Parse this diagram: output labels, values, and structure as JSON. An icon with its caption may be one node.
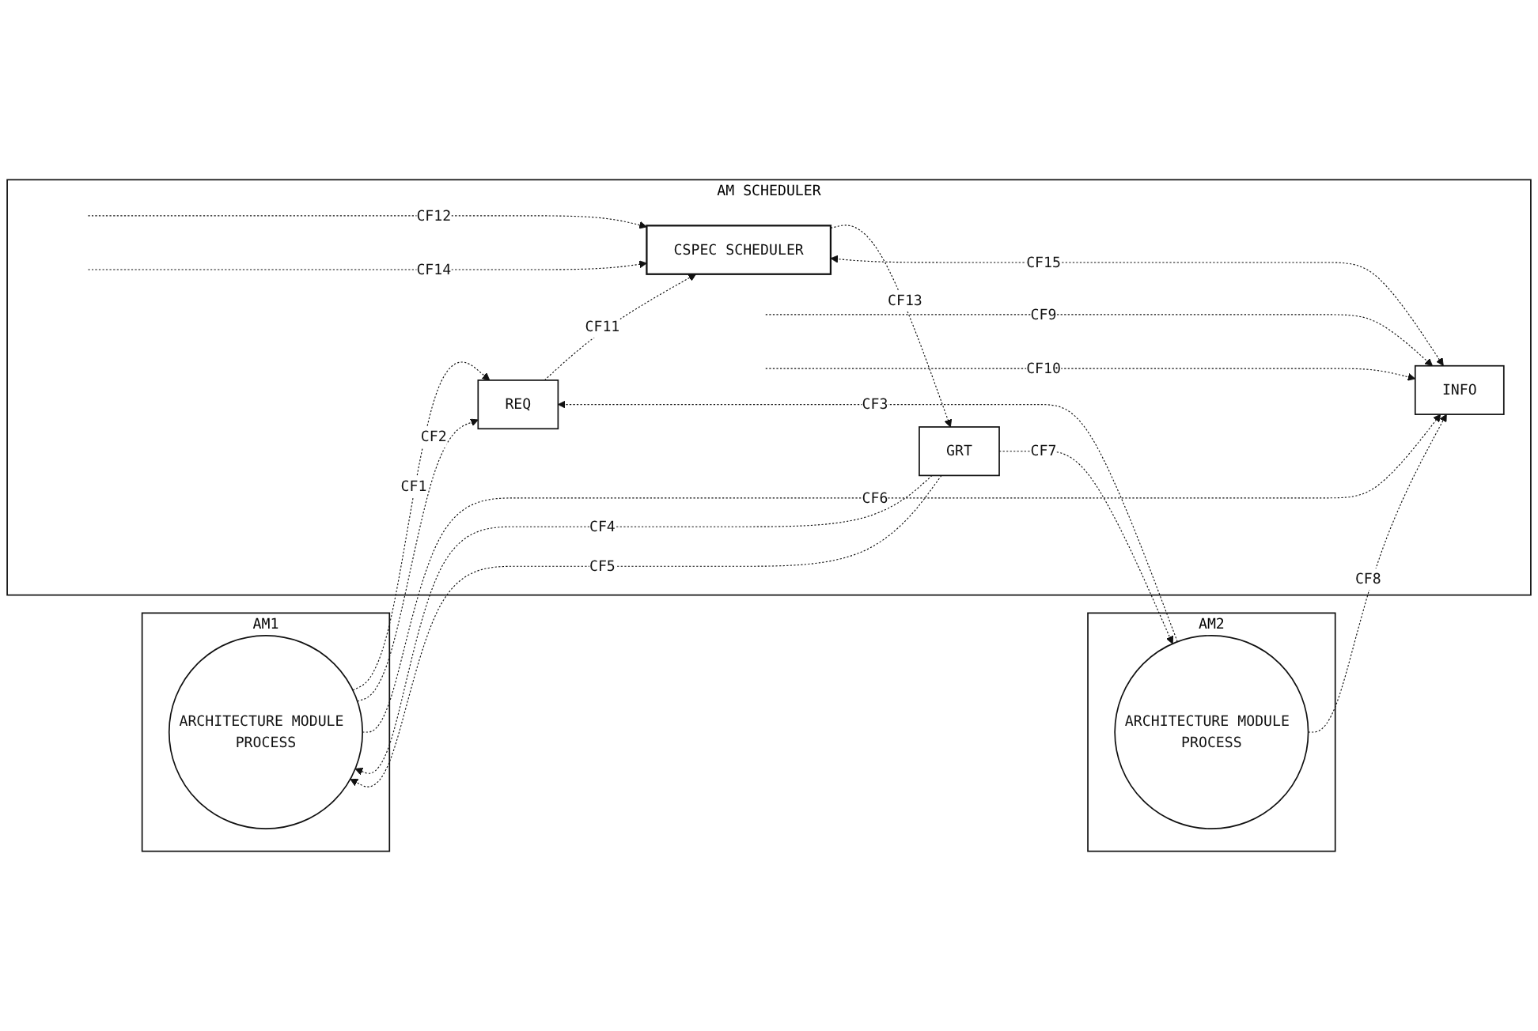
{
  "diagram": {
    "nodes": [
      {
        "text": [
          "AM1"
        ]
      },
      {
        "text": [
          "ARCHITECTURE MODULE PROCESS"
        ],
        "in": 0
      },
      {
        "text": [
          "AM2"
        ]
      },
      {
        "text": [
          "ARCHITECTURE MODULE PROCESS"
        ],
        "in": 2
      },
      {
        "text": [
          "AM SCHEDULER"
        ]
      },
      {
        "text": [
          "REQ"
        ],
        "in": 4
      },
      {
        "text": [
          "GRT"
        ],
        "in": 4
      },
      {
        "text": [
          "INFO"
        ],
        "in": 4
      },
      {
        "text": [
          "CSPEC SCHEDULER"
        ],
        "in": 4
      }
    ],
    "edges": [
      {
        "from": 1,
        "to": 5,
        "arrow": "to",
        "label": "CF1",
        "style": "dashed"
      },
      {
        "from": 1,
        "to": 5,
        "arrow": "to",
        "label": "CF2",
        "style": "dashed"
      },
      {
        "from": 3,
        "to": 5,
        "arrow": "to",
        "label": "CF3",
        "style": "dashed"
      },
      {
        "from": 6,
        "to": 1,
        "arrow": "to",
        "label": "CF4",
        "style": "dashed"
      },
      {
        "from": 6,
        "to": 1,
        "arrow": "to",
        "label": "CF5",
        "style": "dashed"
      },
      {
        "from": 1,
        "to": 7,
        "arrow": "to",
        "label": "CF6",
        "style": "dashed"
      },
      {
        "from": 6,
        "to": 3,
        "arrow": "to",
        "label": "CF7",
        "style": "dashed"
      },
      {
        "from": 3,
        "to": 7,
        "arrow": "to",
        "label": "CF8",
        "style": "dashed"
      },
      {
        "from": null,
        "to": 7,
        "arrow": "to",
        "label": "CF9",
        "style": "dashed"
      },
      {
        "from": null,
        "to": 7,
        "arrow": "to",
        "label": "CF10",
        "style": "dashed"
      },
      {
        "from": 5,
        "to": 8,
        "arrow": "to",
        "label": "CF11",
        "style": "dashed"
      },
      {
        "from": null,
        "to": 8,
        "arrow": "to",
        "label": "CF12",
        "style": "dashed"
      },
      {
        "from": 8,
        "to": 6,
        "arrow": "to",
        "label": "CF13",
        "style": "dashed"
      },
      {
        "from": null,
        "to": 8,
        "arrow": "to",
        "label": "CF14",
        "style": "dashed"
      },
      {
        "from": 7,
        "to": 8,
        "arrow": "both",
        "label": "CF15",
        "style": "dashed"
      }
    ]
  }
}
